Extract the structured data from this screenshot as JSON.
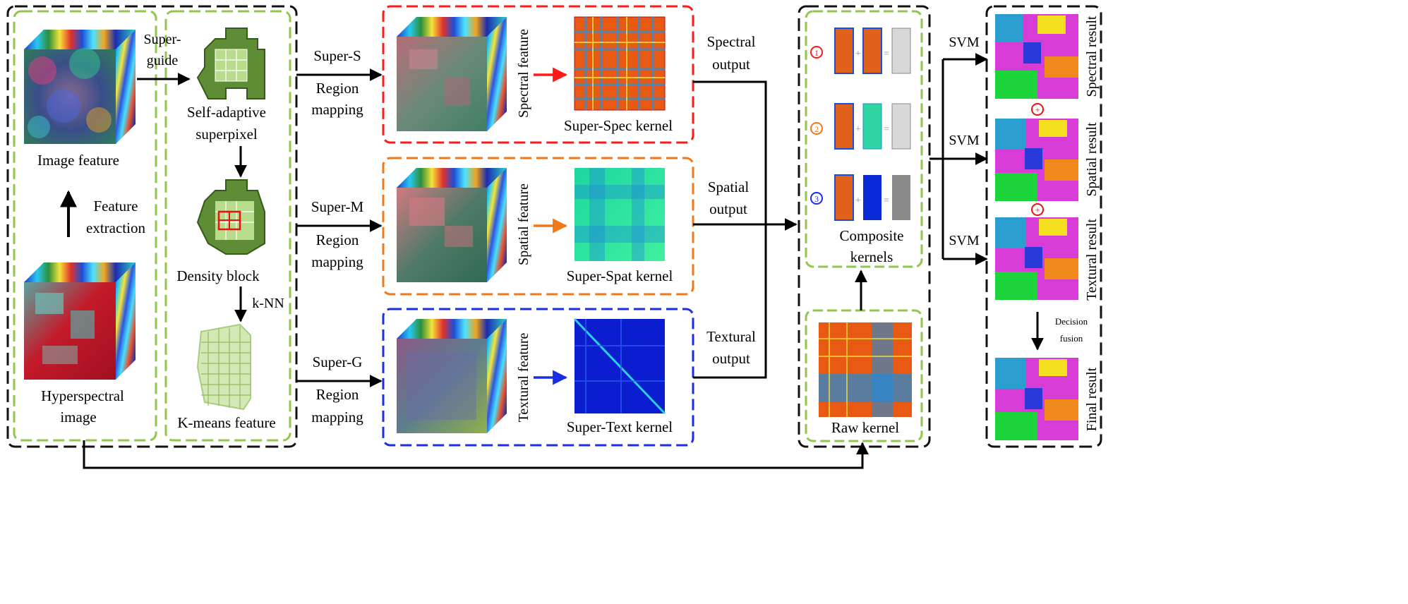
{
  "input_panel": {
    "image_feature": "Image feature",
    "feature_extraction_1": "Feature",
    "feature_extraction_2": "extraction",
    "hyperspectral_1": "Hyperspectral",
    "hyperspectral_2": "image"
  },
  "superpixel_panel": {
    "super_guide_1": "Super-",
    "super_guide_2": "guide",
    "self_adaptive_1": "Self-adaptive",
    "self_adaptive_2": "superpixel",
    "density_block": "Density block",
    "knn": "k-NN",
    "kmeans": "K-means feature"
  },
  "branches": [
    {
      "id": "spectral",
      "super_label": "Super-S",
      "region_1": "Region",
      "region_2": "mapping",
      "feature_label": "Spectral feature",
      "kernel_label": "Super-Spec kernel",
      "output_1": "Spectral",
      "output_2": "output",
      "color": "#ff1a1a"
    },
    {
      "id": "spatial",
      "super_label": "Super-M",
      "region_1": "Region",
      "region_2": "mapping",
      "feature_label": "Spatial feature",
      "kernel_label": "Super-Spat kernel",
      "output_1": "Spatial",
      "output_2": "output",
      "color": "#f07818"
    },
    {
      "id": "textural",
      "super_label": "Super-G",
      "region_1": "Region",
      "region_2": "mapping",
      "feature_label": "Textural feature",
      "kernel_label": "Super-Text kernel",
      "output_1": "Textural",
      "output_2": "output",
      "color": "#1a2ee6"
    }
  ],
  "composite_panel": {
    "markers": [
      "1",
      "2",
      "3"
    ],
    "marker_colors": [
      "#ff1a1a",
      "#f07818",
      "#1a2ee6"
    ],
    "plus": "+",
    "equals": "=",
    "composite_1": "Composite",
    "composite_2": "kernels",
    "raw_kernel": "Raw kernel"
  },
  "results_panel": {
    "svm": [
      "SVM",
      "SVM",
      "SVM"
    ],
    "spectral_result": "Spectral result",
    "spatial_result": "Spatial result",
    "textural_result": "Textural result",
    "decision_1": "Decision",
    "decision_2": "fusion",
    "final_result": "Final result",
    "fusion_symbol": "+"
  },
  "colors": {
    "panel_border": "#111111",
    "green_border": "#92c64c",
    "arrow": "#000000"
  }
}
